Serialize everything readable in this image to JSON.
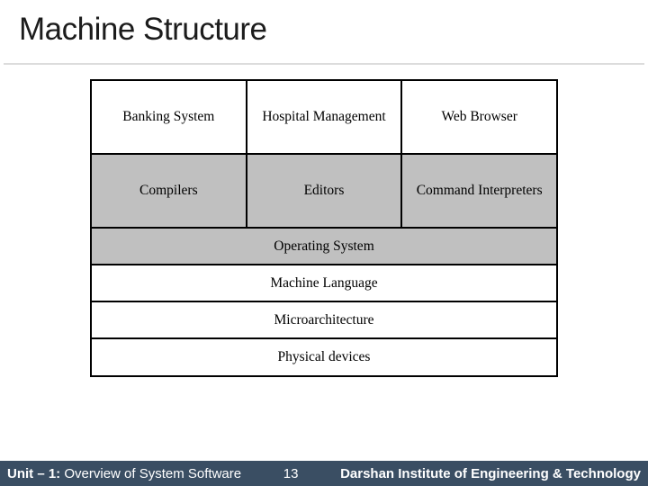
{
  "title": "Machine Structure",
  "diagram": {
    "applications": [
      "Banking System",
      "Hospital Management",
      "Web Browser"
    ],
    "system_software": [
      "Compilers",
      "Editors",
      "Command Interpreters"
    ],
    "layers": [
      "Operating System",
      "Machine Language",
      "Microarchitecture",
      "Physical devices"
    ]
  },
  "footer": {
    "unit_label_bold": "Unit – 1:",
    "unit_label_rest": " Overview of System Software",
    "page_number": "13",
    "institute": "Darshan Institute of Engineering & Technology"
  },
  "colors": {
    "shaded_cell": "#c0c0c0",
    "footer_background": "#3a4e63",
    "border": "#000000"
  }
}
